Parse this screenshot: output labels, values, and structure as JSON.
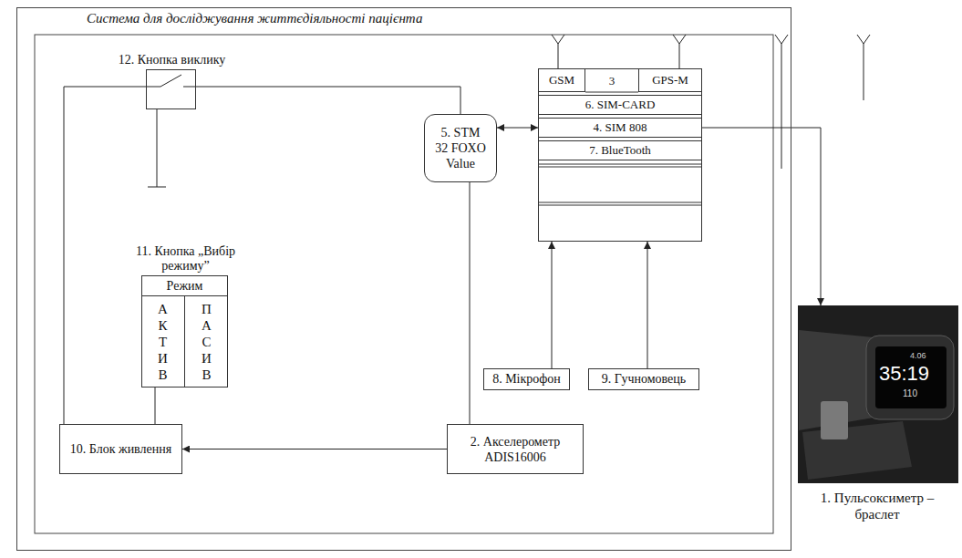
{
  "diagram": {
    "nodes": [
      {
        "text": [
          "Система для досліджування життєдіяльності пацієнта"
        ]
      },
      {
        "text": [
          "12. Кнопка виклику"
        ],
        "in": 0
      },
      {
        "text": [
          "5. STM 32 FOXO Value"
        ],
        "in": 0
      },
      {
        "text": [
          "3"
        ],
        "in": 0
      },
      {
        "text": [
          "GSM"
        ],
        "in": 3
      },
      {
        "text": [
          "GPS-M"
        ],
        "in": 3
      },
      {
        "text": [
          "6. SIM-CARD"
        ],
        "in": 3
      },
      {
        "text": [
          "4. SIM 808"
        ],
        "in": 3
      },
      {
        "text": [
          "7. BlueTooth"
        ],
        "in": 3
      },
      {
        "text": [
          "11. Кнопка „Вибір режиму”",
          "Режим"
        ],
        "in": 0
      },
      {
        "text": [
          "А К Т И В"
        ],
        "in": 9
      },
      {
        "text": [
          "П А С И В"
        ],
        "in": 9
      },
      {
        "text": [
          "8. Мікрофон"
        ],
        "in": 0
      },
      {
        "text": [
          "9. Гучномовець"
        ],
        "in": 0
      },
      {
        "text": [
          "10. Блок живлення"
        ],
        "in": 0
      },
      {
        "text": [
          "2. Акселерометр ADIS16006"
        ],
        "in": 0
      },
      {
        "text": [
          "1. Пульсоксиметр – браслет"
        ]
      }
    ],
    "edges": [
      {
        "from": 1,
        "to": 2,
        "arrow": "none"
      },
      {
        "from": 1,
        "to": 14,
        "arrow": "none"
      },
      {
        "from": 9,
        "to": 14,
        "arrow": "none"
      },
      {
        "from": 15,
        "to": 14,
        "arrow": "to"
      },
      {
        "from": 2,
        "to": 15,
        "arrow": "none"
      },
      {
        "from": 2,
        "to": 7,
        "arrow": "both"
      },
      {
        "from": 12,
        "to": 3,
        "arrow": "to"
      },
      {
        "from": 13,
        "to": 3,
        "arrow": "to"
      },
      {
        "from": 7,
        "to": 16,
        "arrow": "to"
      }
    ],
    "labels": [
      "4.06",
      "35:19",
      "110"
    ]
  }
}
